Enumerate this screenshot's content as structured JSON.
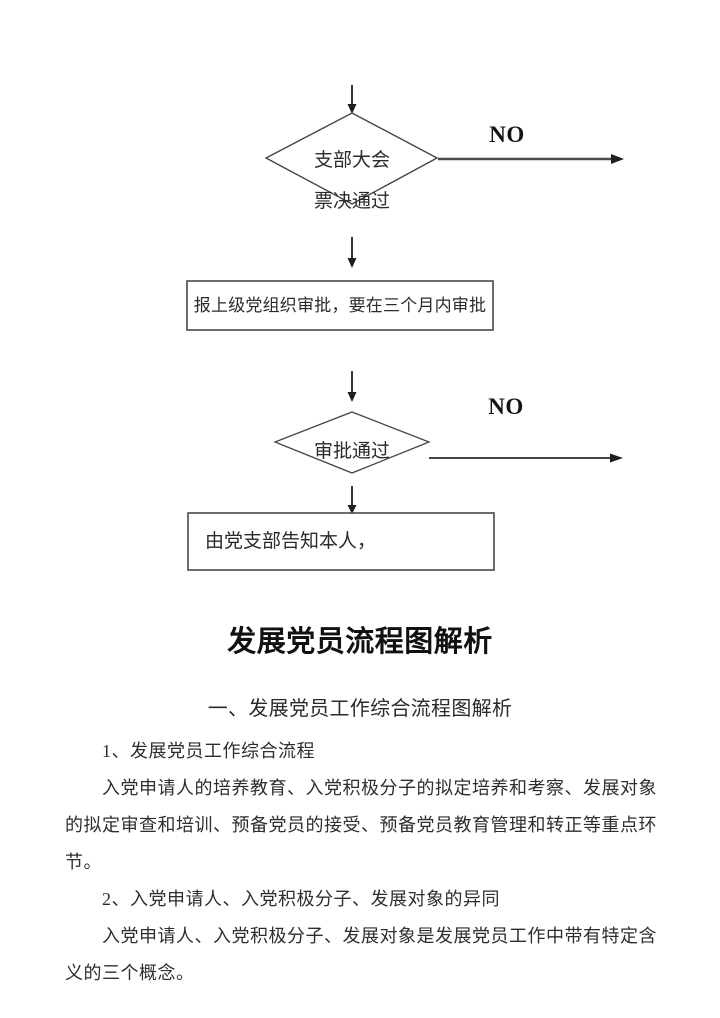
{
  "flowchart": {
    "decision_branch_meeting": {
      "line1": "支部大会",
      "line2": "票决通过"
    },
    "no_label_1": "NO",
    "process_report_approval": "报上级党组织审批，要在三个月内审批",
    "decision_approval": "审批通过",
    "no_label_2": "NO",
    "process_notify_person": "由党支部告知本人，"
  },
  "document": {
    "title": "发展党员流程图解析",
    "section_heading": "一、发展党员工作综合流程图解析",
    "lines": [
      "1、发展党员工作综合流程",
      "入党申请人的培养教育、入党积极分子的拟定培养和考察、发展对象",
      "的拟定审查和培训、预备党员的接受、预备党员教育管理和转正等重点环",
      "节。",
      "2、入党申请人、入党积极分子、发展对象的异同",
      "入党申请人、入党积极分子、发展对象是发展党员工作中带有特定含",
      "义的三个概念。"
    ]
  },
  "colors": {
    "shape_stroke": "#454545",
    "arrow": "#1f1f1f",
    "text": "#222222"
  }
}
